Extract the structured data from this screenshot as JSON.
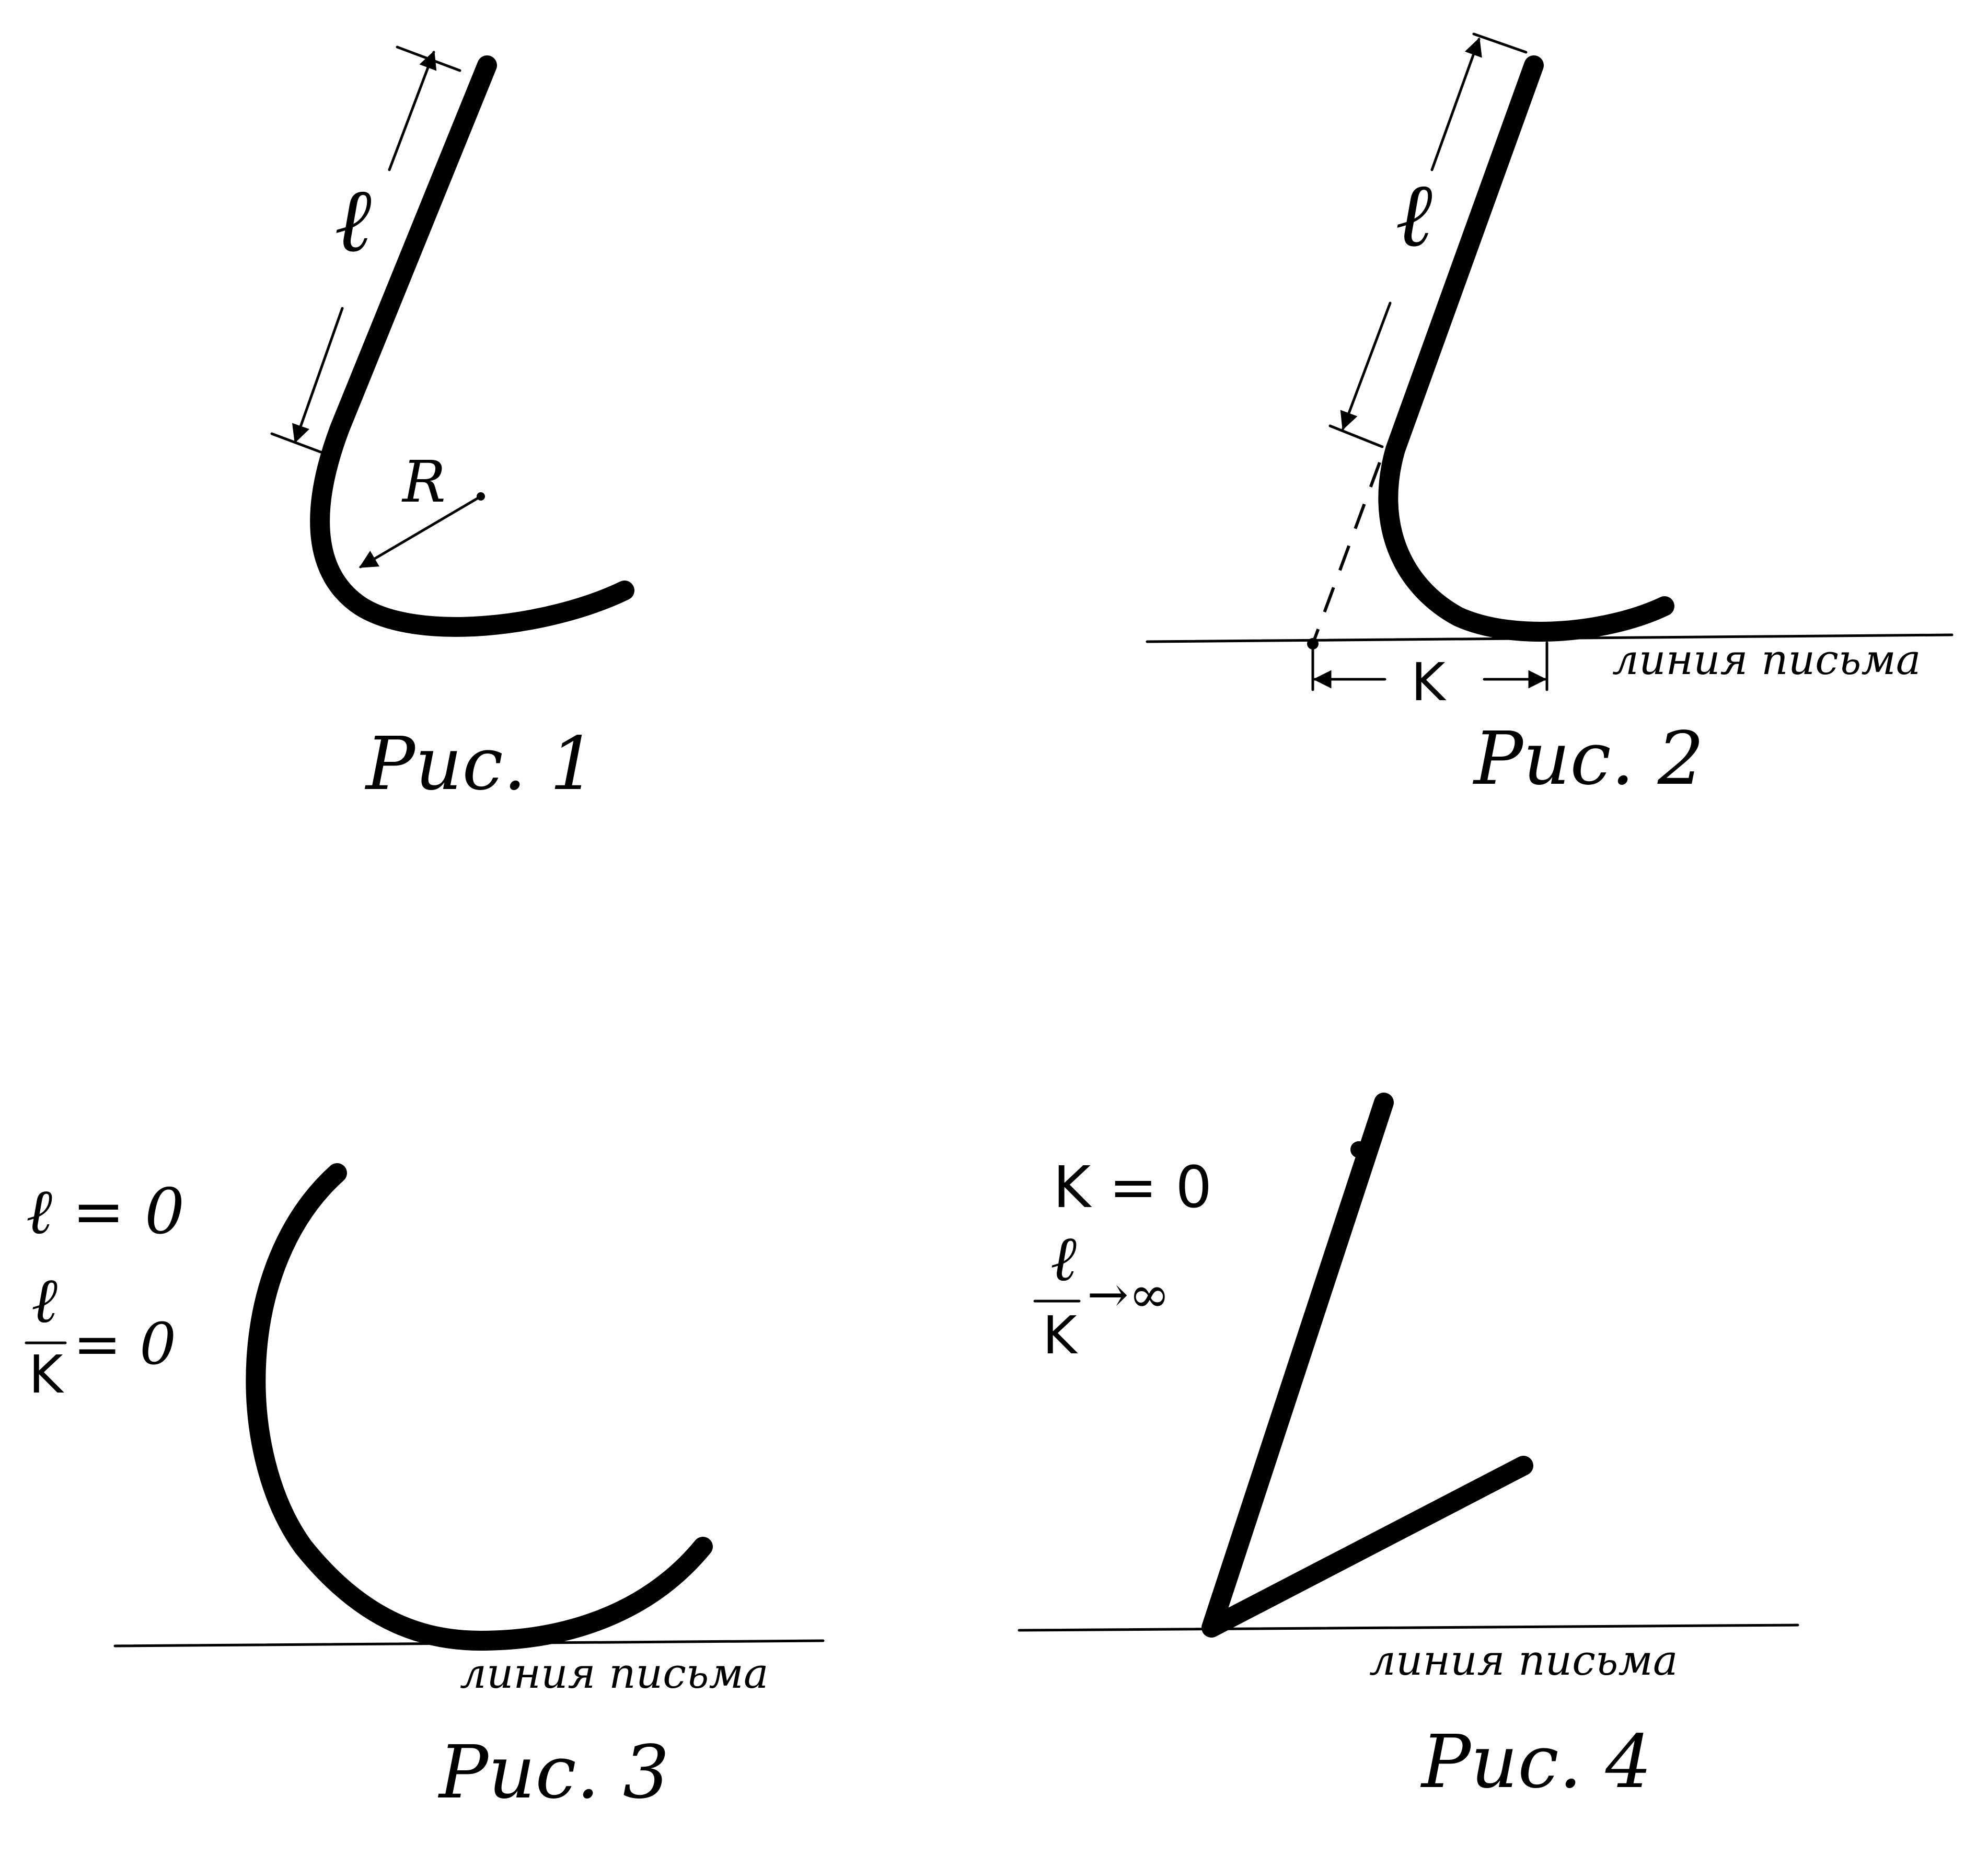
{
  "figures": {
    "fig1": {
      "caption": "Рис. 1",
      "length_label": "ℓ",
      "radius_label": "R"
    },
    "fig2": {
      "caption": "Рис. 2",
      "length_label": "ℓ",
      "k_label": "K",
      "baseline_label": "линия письма"
    },
    "fig3": {
      "caption": "Рис. 3",
      "eq1": "ℓ = 0",
      "frac_num": "ℓ",
      "frac_den": "K",
      "frac_rhs": "= 0",
      "baseline_label": "линия письма"
    },
    "fig4": {
      "caption": "Рис. 4",
      "eq1": "K = 0",
      "frac_num": "ℓ",
      "frac_den": "K",
      "frac_rhs": "→∞",
      "baseline_label": "линия письма"
    }
  },
  "colors": {
    "ink": "#000000",
    "paper": "#ffffff"
  }
}
